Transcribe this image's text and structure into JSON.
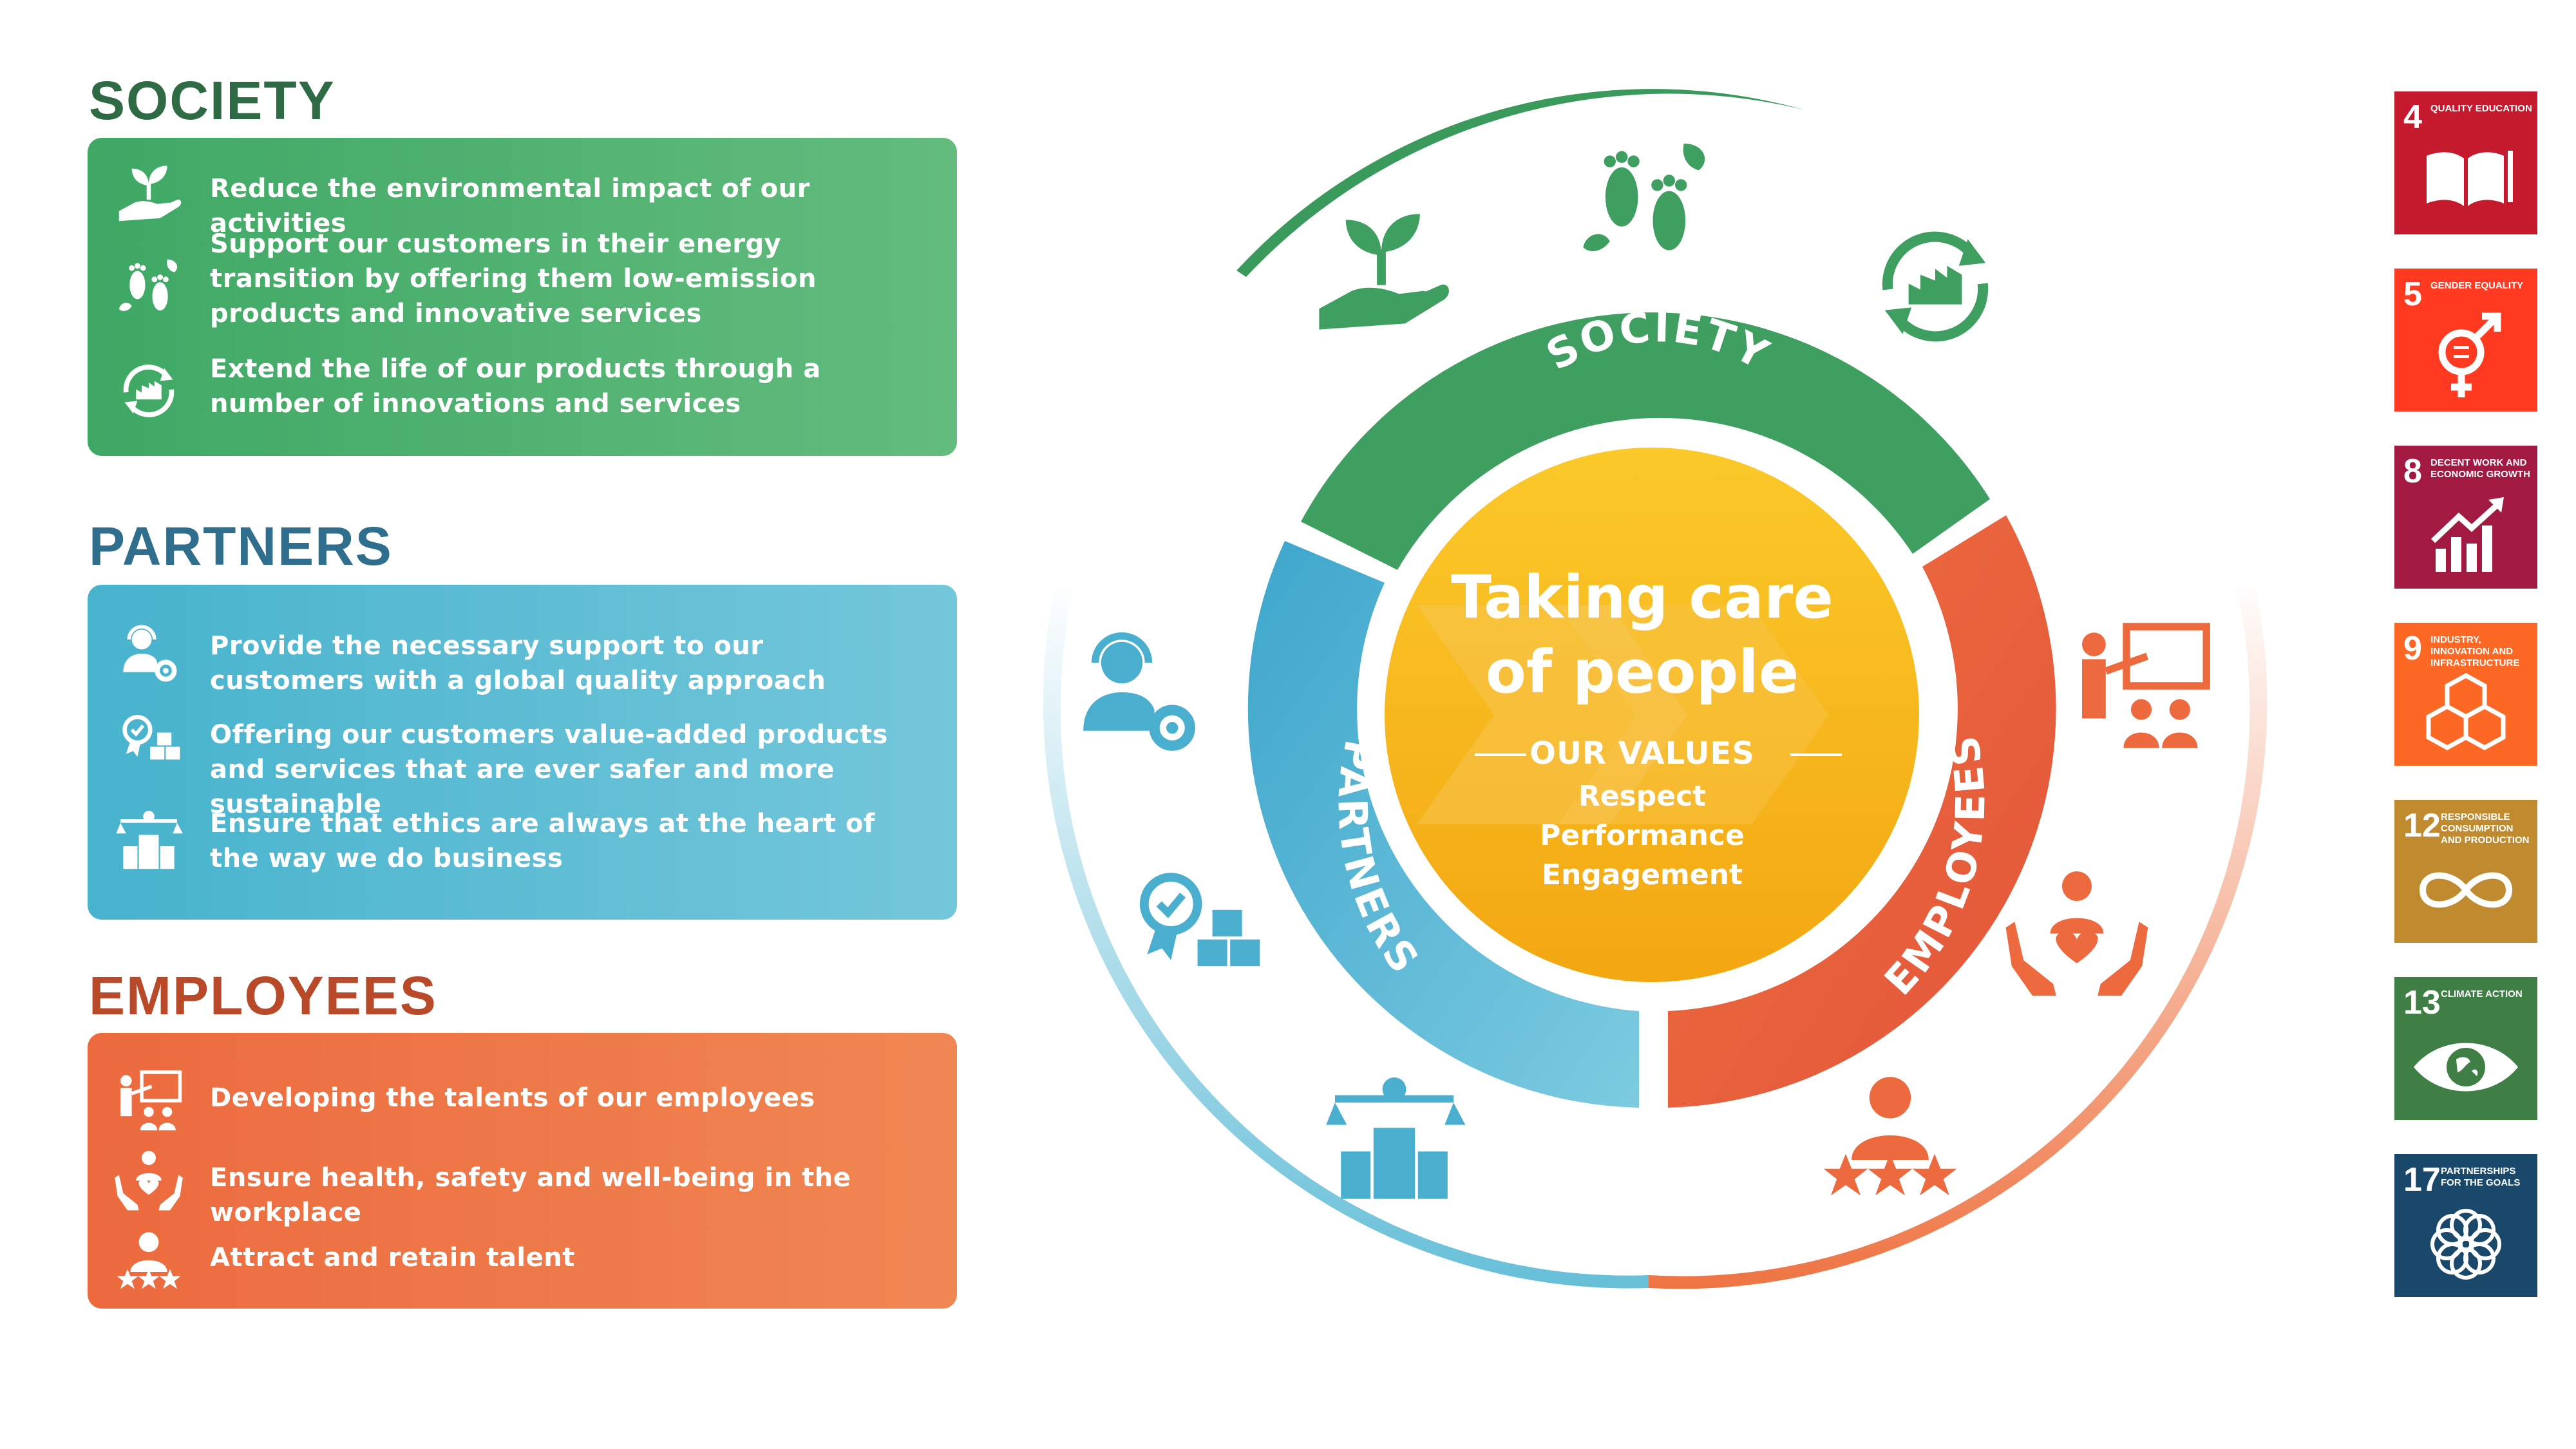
{
  "society": {
    "title": "SOCIETY",
    "items": [
      {
        "text": "Reduce the environmental impact of our activities",
        "icon": "plant-in-hand-icon"
      },
      {
        "text": "Support our customers in their energy transition by offering them low-emission products and innovative services",
        "icon": "footprints-icon"
      },
      {
        "text": "Extend the life of our products through a number of innovations and services",
        "icon": "recycle-icon"
      }
    ]
  },
  "partners": {
    "title": "PARTNERS",
    "items": [
      {
        "text": "Provide the necessary support to our customers with a global quality approach",
        "icon": "support-agent-icon"
      },
      {
        "text": "Offering our customers value-added products and services that are ever safer and more sustainable",
        "icon": "quality-badge-icon"
      },
      {
        "text": "Ensure that ethics are always at the heart of the way we do business",
        "icon": "ethics-scale-icon"
      }
    ]
  },
  "employees": {
    "title": "EMPLOYEES",
    "items": [
      {
        "text": "Developing the talents of our employees",
        "icon": "training-icon"
      },
      {
        "text": "Ensure health, safety and well-being in the workplace",
        "icon": "wellbeing-hands-icon"
      },
      {
        "text": "Attract and retain talent",
        "icon": "talent-stars-icon"
      }
    ]
  },
  "diagram": {
    "center_title_line1": "Taking care",
    "center_title_line2": "of people",
    "values_heading": "OUR VALUES",
    "values": [
      "Respect",
      "Performance",
      "Engagement"
    ],
    "ring_labels": {
      "society": "SOCIETY",
      "partners": "PARTNERS",
      "employees": "EMPLOYEES"
    }
  },
  "sdgs": [
    {
      "number": "4",
      "label": "Quality Education",
      "color": "#C5192D",
      "icon": "book-icon"
    },
    {
      "number": "5",
      "label": "Gender Equality",
      "color": "#FF3A21",
      "icon": "gender-equality-icon"
    },
    {
      "number": "8",
      "label": "Decent Work and Economic Growth",
      "color": "#A21942",
      "icon": "growth-chart-icon"
    },
    {
      "number": "9",
      "label": "Industry, Innovation and Infrastructure",
      "color": "#FD6925",
      "icon": "cubes-icon"
    },
    {
      "number": "12",
      "label": "Responsible Consumption and Production",
      "color": "#BF8B2E",
      "icon": "infinity-icon"
    },
    {
      "number": "13",
      "label": "Climate Action",
      "color": "#3F7E44",
      "icon": "eye-globe-icon"
    },
    {
      "number": "17",
      "label": "Partnerships for the Goals",
      "color": "#19486A",
      "icon": "flower-rings-icon"
    }
  ],
  "colors": {
    "society_dark": "#2E6B45",
    "society_panel": "#3FA865",
    "partners_dark": "#2F6E8C",
    "partners_panel": "#47B3CD",
    "employees_dark": "#B84A2A",
    "employees_panel": "#EC6A3E",
    "center": "#F6B11C"
  }
}
